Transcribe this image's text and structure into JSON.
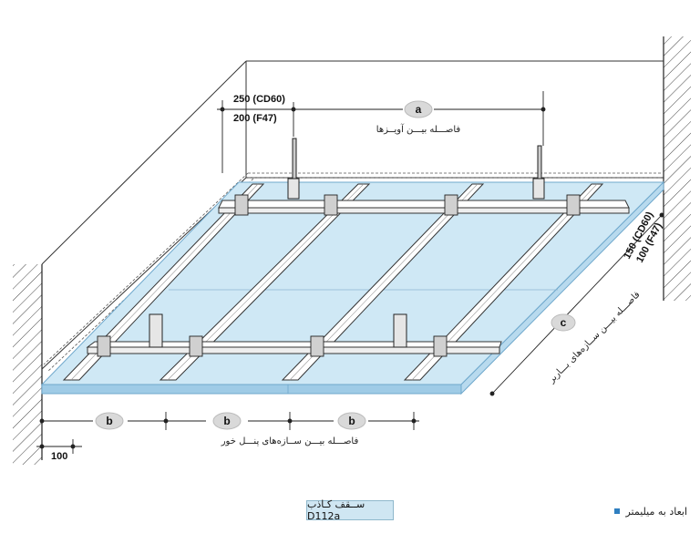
{
  "dimensions": {
    "hanger_offset_cd60": "250 (CD60)",
    "hanger_offset_f47": "200 (F47)",
    "edge_offset_cd60": "150 (CD60)",
    "edge_offset_f47": "100 (F47)",
    "wall_gap": "100"
  },
  "spacing": {
    "a_letter": "a",
    "a_label": "فاصـــله بیـــن آویــزها",
    "b_letter": "b",
    "b_label": "فاصـــله بیـــن ســازه‌های پنـــل خور",
    "c_letter": "c",
    "c_label": "فاصـــله بیـــن ســازه‌های بـــاربر"
  },
  "caption": "ســقف کـاذب D112a",
  "note": "ابعاد به میلیمتر",
  "colors": {
    "board": "#cfe8f5",
    "board_edge": "#6fa8cc",
    "profile": "#ffffff",
    "line": "#222222",
    "badge": "#d9d9d9"
  }
}
